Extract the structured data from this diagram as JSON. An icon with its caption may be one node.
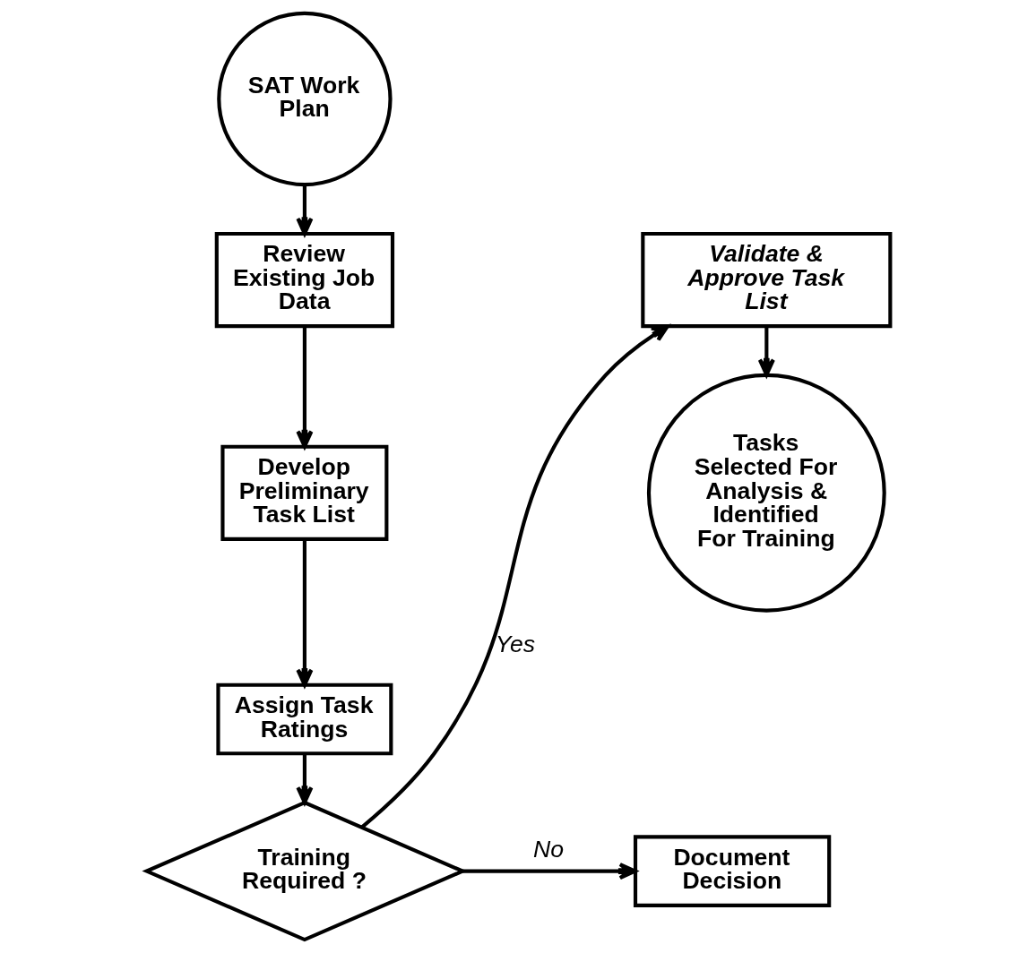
{
  "diagram": {
    "nodes": [
      {
        "text": [
          "SAT Work Plan"
        ]
      },
      {
        "text": [
          "Review Existing Job Data"
        ]
      },
      {
        "text": [
          "Develop Preliminary Task List"
        ]
      },
      {
        "text": [
          "Assign Task Ratings"
        ]
      },
      {
        "text": [
          "Training Required ?"
        ]
      },
      {
        "text": [
          "Document Decision"
        ]
      },
      {
        "text": [
          "Validate & Approve Task List"
        ]
      },
      {
        "text": [
          "Tasks Selected For Analysis & Identified For Training"
        ]
      }
    ],
    "edges": [
      {
        "from": 0,
        "to": 1,
        "arrow": "to"
      },
      {
        "from": 1,
        "to": 2,
        "arrow": "to"
      },
      {
        "from": 2,
        "to": 3,
        "arrow": "to"
      },
      {
        "from": 3,
        "to": 4,
        "arrow": "to"
      },
      {
        "from": 4,
        "to": 5,
        "arrow": "to",
        "label": "No"
      },
      {
        "from": 4,
        "to": 6,
        "arrow": "to",
        "label": "Yes"
      },
      {
        "from": 6,
        "to": 7,
        "arrow": "to"
      }
    ]
  }
}
